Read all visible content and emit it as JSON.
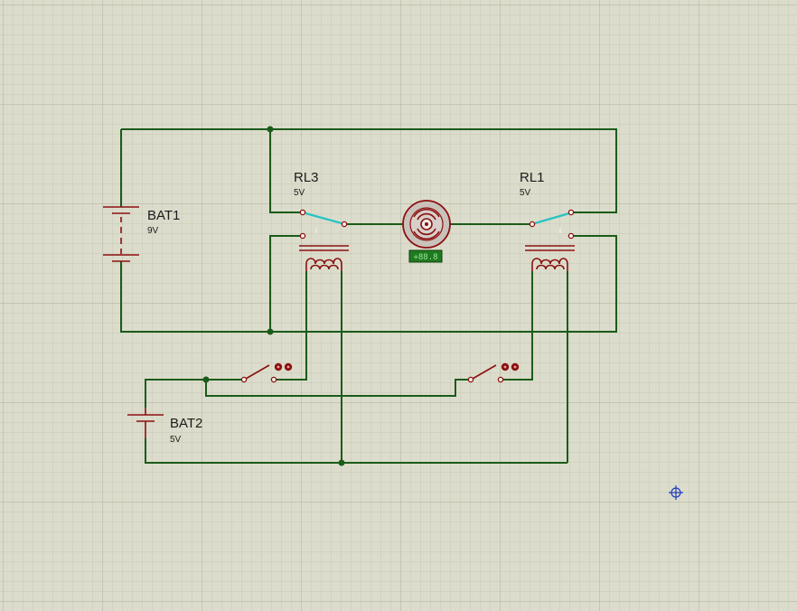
{
  "colors": {
    "background": "#dcdccc",
    "grid_minor": "#c8c8b6",
    "grid_major": "#b7b7a4",
    "wire": "#1a5c1a",
    "component": "#8b1010",
    "relay_contact": "#27c4c4",
    "motor_readout_bg": "#1f7a1f",
    "cursor": "#1f3fbf"
  },
  "components": {
    "bat1": {
      "name": "BAT1",
      "value": "9V"
    },
    "bat2": {
      "name": "BAT2",
      "value": "5V"
    },
    "rl3": {
      "name": "RL3",
      "value": "5V"
    },
    "rl1": {
      "name": "RL1",
      "value": "5V"
    },
    "motor": {
      "readout": "+88.8"
    }
  },
  "icons": {
    "motor": "dc-motor-icon",
    "switch": "pushbutton-switch-icon",
    "cursor": "crosshair-cursor-icon"
  }
}
